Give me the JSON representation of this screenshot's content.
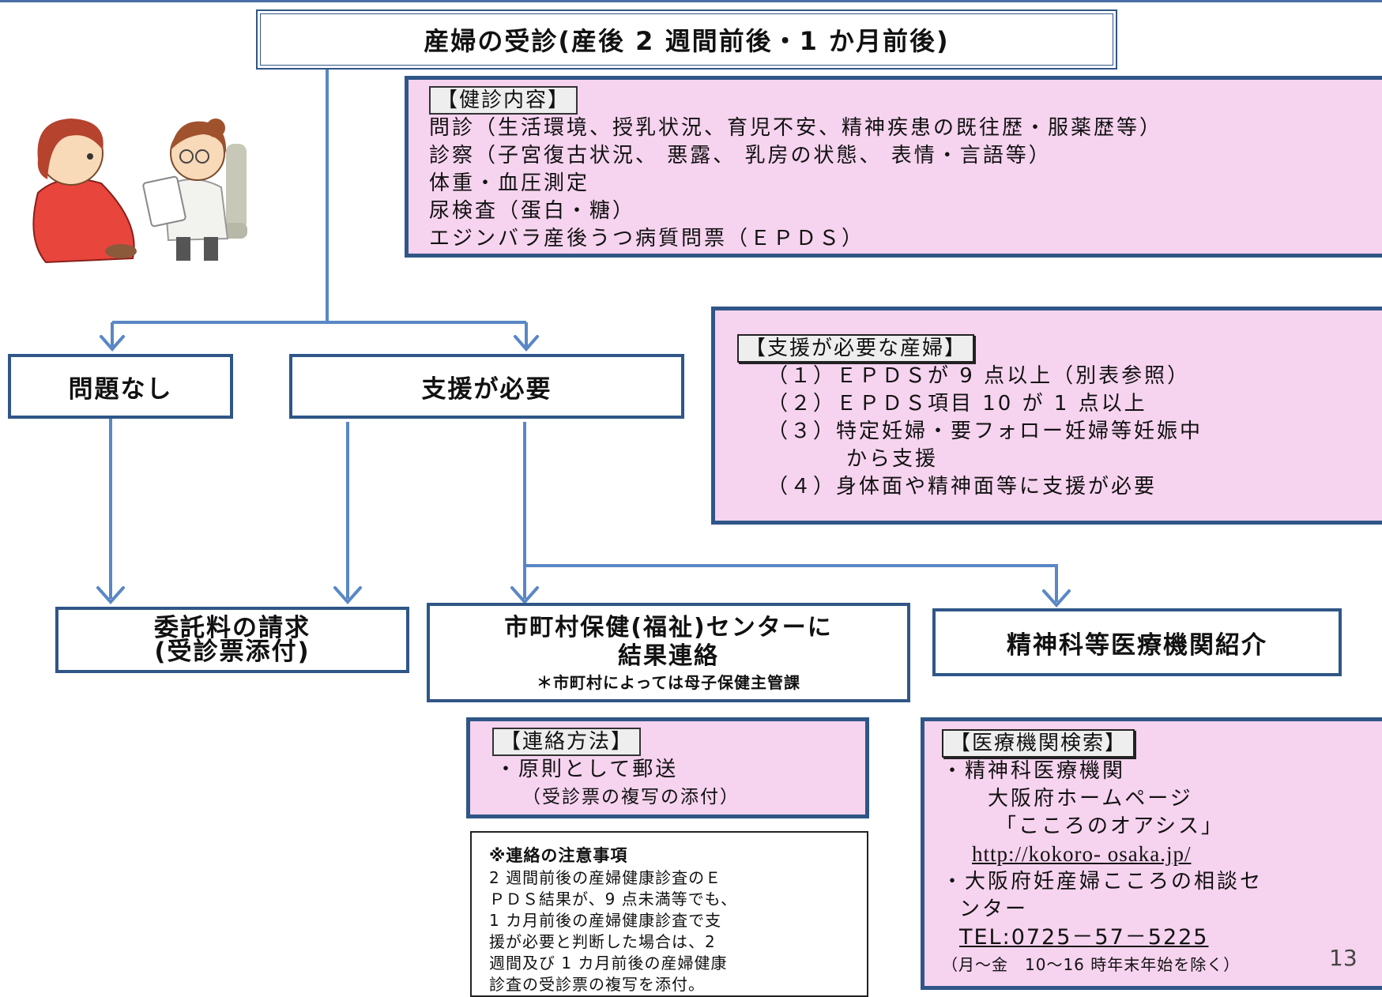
{
  "title": "産婦の受診(産後 2 週間前後・1 か月前後)",
  "checkup": {
    "heading": "【健診内容】",
    "items": [
      "問診（生活環境、授乳状況、育児不安、精神疾患の既往歴・服薬歴等）",
      "診察（子宮復古状況、 悪露、 乳房の状態、 表情・言語等）",
      "体重・血圧測定",
      "尿検査（蛋白・糖）",
      "エジンバラ産後うつ病質問票（ＥＰＤＳ）"
    ]
  },
  "branches": {
    "no_problem": "問題なし",
    "support_needed": "支援が必要"
  },
  "support_criteria": {
    "heading": "【支援が必要な産婦】",
    "items": [
      "（１）ＥＰＤＳが 9 点以上（別表参照）",
      "（２）ＥＰＤＳ項目 10 が 1 点以上",
      "（３）特定妊婦・要フォロー妊婦等妊娠中",
      "から支援",
      "（４）身体面や精神面等に支援が必要"
    ]
  },
  "outcomes": {
    "billing": [
      "委託料の請求",
      "(受診票添付)"
    ],
    "municipal": [
      "市町村保健(福祉)センターに",
      "結果連絡",
      "＊市町村によっては母子保健主管課"
    ],
    "referral": "精神科等医療機関紹介"
  },
  "contact_method": {
    "heading": "【連絡方法】",
    "items": [
      "・原則として郵送",
      "（受診票の複写の添付）"
    ]
  },
  "notice": {
    "heading": "※連絡の注意事項",
    "lines": [
      "2 週間前後の産婦健康診査のＥ",
      "ＰＤＳ結果が、9 点未満等でも、",
      "1 カ月前後の産婦健康診査で支",
      "援が必要と判断した場合は、2",
      "週間及び 1 カ月前後の産婦健康",
      "診査の受診票の複写を添付。"
    ]
  },
  "medical_search": {
    "heading": "【医療機関検索】",
    "items": [
      "・精神科医療機関",
      "大阪府ホームページ",
      "「こころのオアシス」",
      "http://kokoro- osaka.jp/",
      "・大阪府妊産婦こころの相談セ",
      "ンター",
      "TEL:0725－57－5225",
      "（月～金　10～16 時年末年始を除く）"
    ]
  },
  "page_number": "13",
  "colors": {
    "border": "#2f5687",
    "arrow": "#5a87c5",
    "pink": "#f6d3ef"
  }
}
